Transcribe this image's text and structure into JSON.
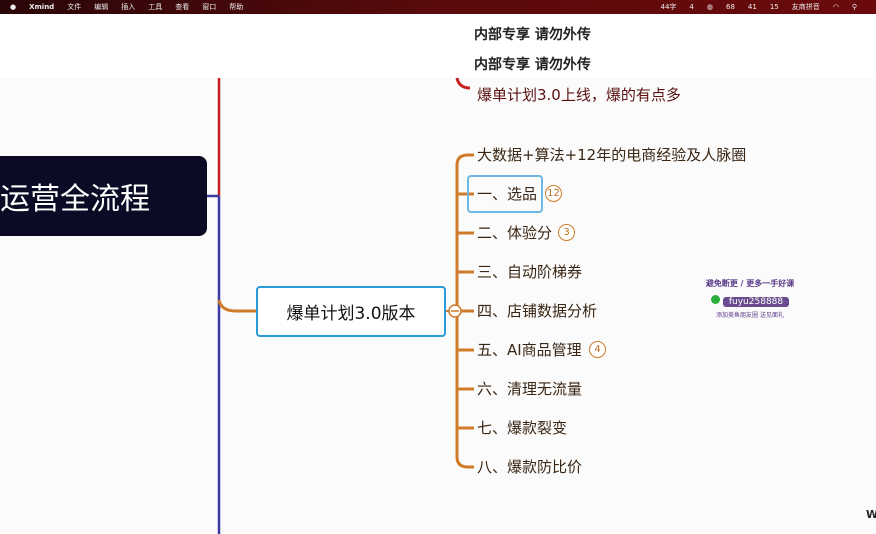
{
  "menubar": {
    "app": "Xmind",
    "items": [
      "文件",
      "编辑",
      "插入",
      "工具",
      "查看",
      "窗口",
      "帮助"
    ],
    "status": [
      "44字",
      "4",
      "68",
      "41",
      "15",
      "友商拼音"
    ]
  },
  "header": {
    "notice1": "内部专享 请勿外传",
    "notice2": "内部专享 请勿外传"
  },
  "mindmap": {
    "root": "运营全流程",
    "prev_topic": "爆单计划3.0上线，爆的有点多",
    "main_node": "爆单计划3.0版本",
    "children": [
      {
        "label": "大数据+算法+12年的电商经验及人脉圈"
      },
      {
        "label": "一、选品",
        "badge": "12",
        "selected": true
      },
      {
        "label": "二、体验分",
        "badge": "3"
      },
      {
        "label": "三、自动阶梯券"
      },
      {
        "label": "四、店铺数据分析"
      },
      {
        "label": "五、AI商品管理",
        "badge": "4"
      },
      {
        "label": "六、清理无流量"
      },
      {
        "label": "七、爆款裂变"
      },
      {
        "label": "八、爆款防比价"
      }
    ],
    "colors": {
      "root_bg": "#0b0b26",
      "branch_orange": "#d07a2a",
      "main_border": "#2a9ad6",
      "red_branch": "#c81e1e",
      "indigo_branch": "#3a3aa0"
    }
  },
  "watermark": {
    "line1": "避免断更 / 更多一手好课",
    "wechat": "fuyu258888",
    "line3": "添加美鱼朋友圈 送见面礼"
  },
  "corner_text": "W"
}
